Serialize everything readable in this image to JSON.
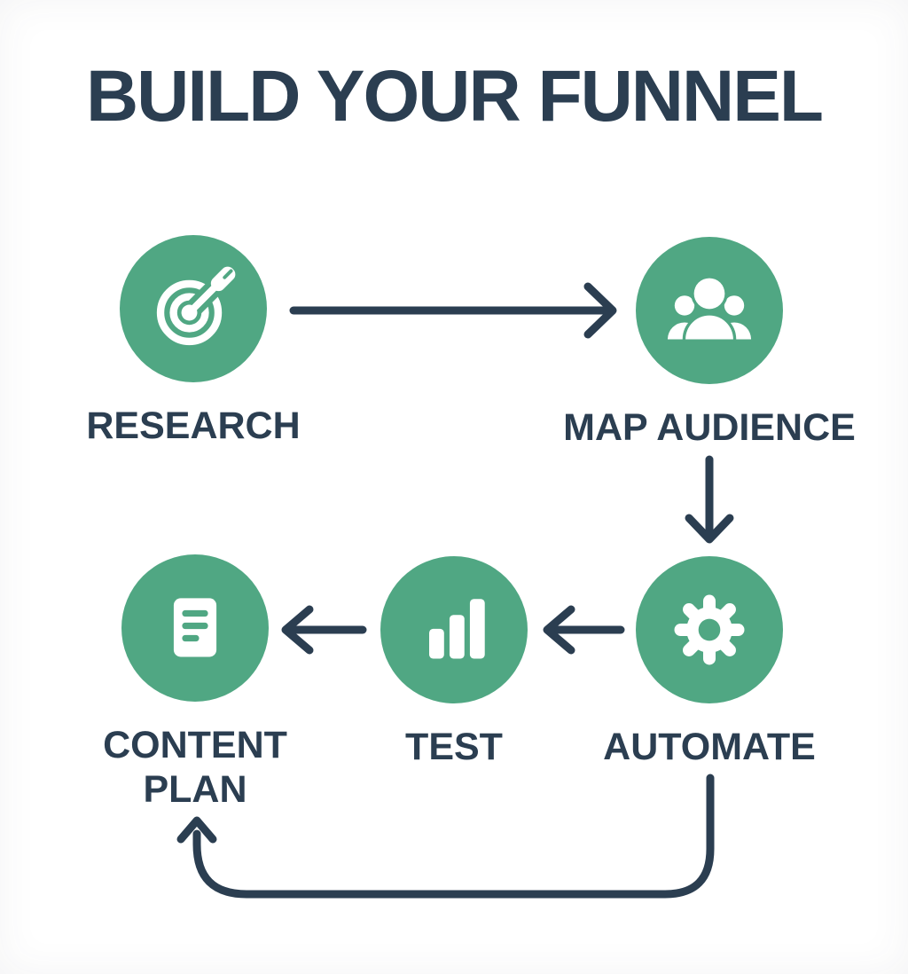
{
  "title": "BUILD YOUR FUNNEL",
  "colors": {
    "green": "#50A783",
    "navy": "#2B3E51",
    "background": "#FFFFFF",
    "icon": "#FFFFFF"
  },
  "nodes": {
    "research": {
      "label": "RESEARCH",
      "icon": "target-icon"
    },
    "map_audience": {
      "label": "MAP AUDIENCE",
      "icon": "people-group-icon"
    },
    "automate": {
      "label": "AUTOMATE",
      "icon": "gear-icon"
    },
    "test": {
      "label": "TEST",
      "icon": "bar-chart-icon"
    },
    "content_plan": {
      "label": "CONTENT PLAN",
      "icon": "document-icon"
    }
  },
  "flow": [
    {
      "from": "RESEARCH",
      "to": "MAP AUDIENCE",
      "style": "straight-right"
    },
    {
      "from": "MAP AUDIENCE",
      "to": "AUTOMATE",
      "style": "straight-down"
    },
    {
      "from": "AUTOMATE",
      "to": "TEST",
      "style": "straight-left"
    },
    {
      "from": "TEST",
      "to": "CONTENT PLAN",
      "style": "straight-left"
    },
    {
      "from": "AUTOMATE",
      "to": "CONTENT PLAN",
      "style": "loop-back-under"
    }
  ]
}
